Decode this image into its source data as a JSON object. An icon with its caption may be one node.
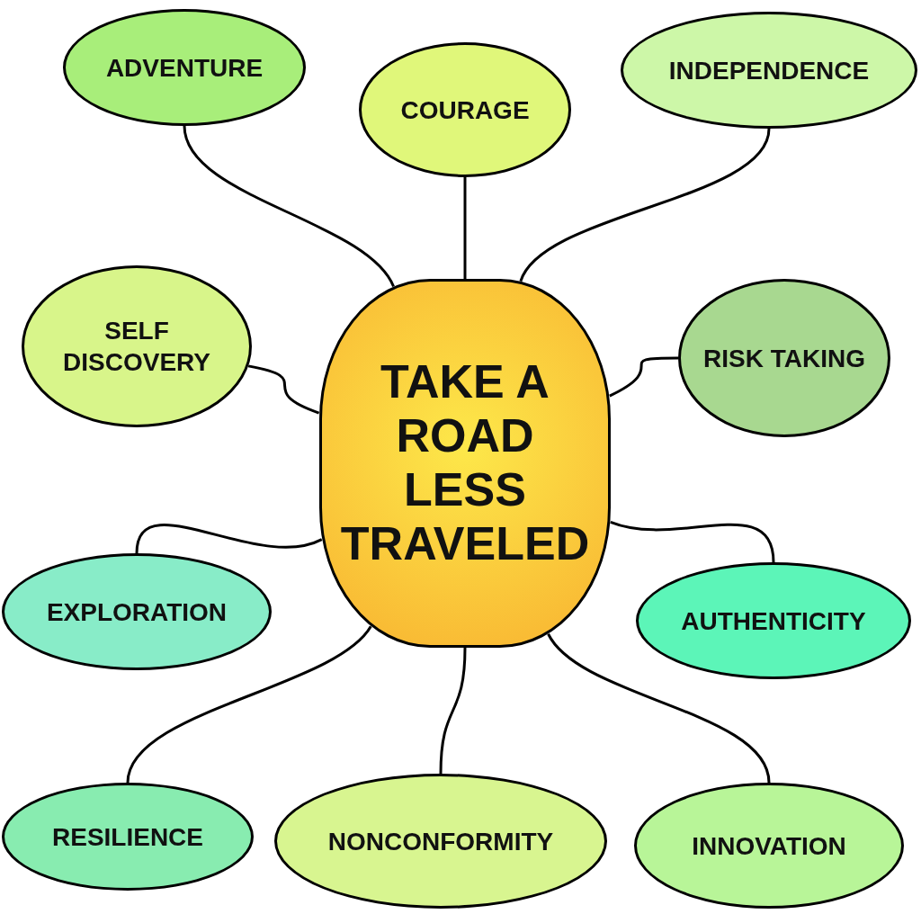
{
  "diagram": {
    "nodes": [
      {
        "text": [
          "TAKE A ROAD LESS TRAVELED"
        ]
      },
      {
        "text": [
          "ADVENTURE"
        ]
      },
      {
        "text": [
          "COURAGE"
        ]
      },
      {
        "text": [
          "INDEPENDENCE"
        ]
      },
      {
        "text": [
          "SELF DISCOVERY"
        ]
      },
      {
        "text": [
          "RISK TAKING"
        ]
      },
      {
        "text": [
          "EXPLORATION"
        ]
      },
      {
        "text": [
          "AUTHENTICITY"
        ]
      },
      {
        "text": [
          "RESILIENCE"
        ]
      },
      {
        "text": [
          "NONCONFORMITY"
        ]
      },
      {
        "text": [
          "INNOVATION"
        ]
      }
    ],
    "edges": [
      {
        "from": 0,
        "to": 1,
        "arrow": "none"
      },
      {
        "from": 0,
        "to": 2,
        "arrow": "none"
      },
      {
        "from": 0,
        "to": 3,
        "arrow": "none"
      },
      {
        "from": 0,
        "to": 4,
        "arrow": "none"
      },
      {
        "from": 0,
        "to": 5,
        "arrow": "none"
      },
      {
        "from": 0,
        "to": 6,
        "arrow": "none"
      },
      {
        "from": 0,
        "to": 7,
        "arrow": "none"
      },
      {
        "from": 0,
        "to": 8,
        "arrow": "none"
      },
      {
        "from": 0,
        "to": 9,
        "arrow": "none"
      },
      {
        "from": 0,
        "to": 10,
        "arrow": "none"
      }
    ]
  }
}
